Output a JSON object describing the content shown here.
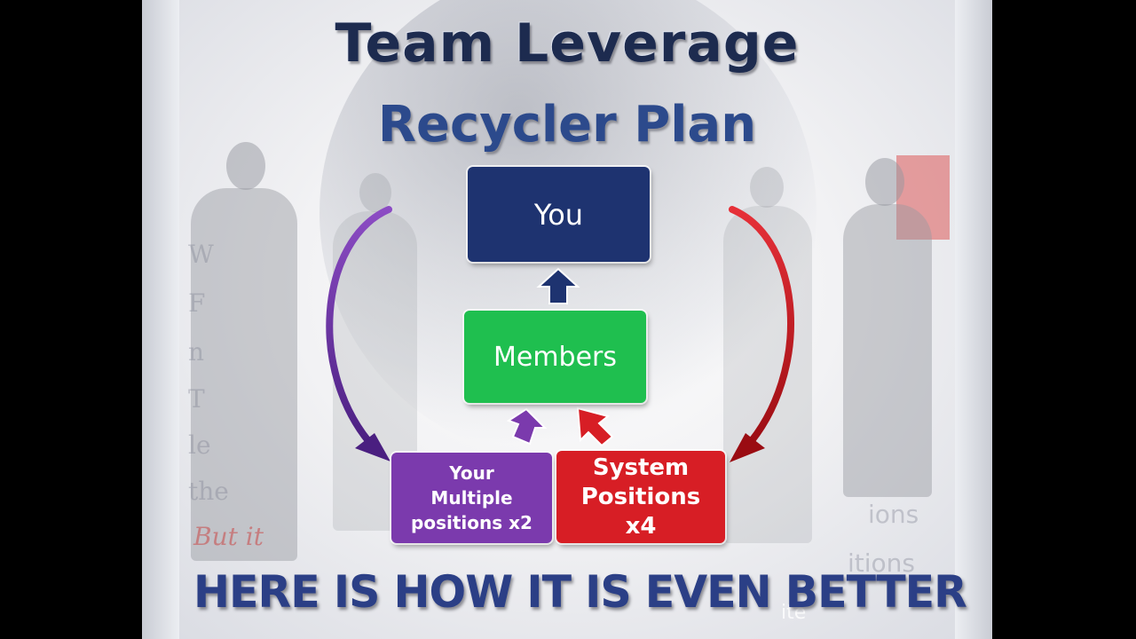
{
  "slide": {
    "title": "Team Leverage",
    "subtitle": "Recycler Plan",
    "bottom_banner": "HERE IS HOW IT IS EVEN BETTER"
  },
  "diagram": {
    "you": "You",
    "members": "Members",
    "your_positions": [
      "Your",
      "Multiple",
      "positions x2"
    ],
    "system_positions": [
      "System",
      "Positions",
      "x4"
    ]
  },
  "background_text": {
    "left": [
      "W",
      "F",
      "n",
      "T",
      "le",
      "the",
      "But it"
    ],
    "right": [
      "ions",
      "itions",
      "ite"
    ]
  },
  "colors": {
    "you": "#1e3370",
    "members": "#1fbf4f",
    "your_positions": "#7b3aad",
    "system_positions": "#d71e25",
    "up_arrow": "#1e3370",
    "left_curve": "#6a2fa8",
    "right_curve": "#c4141c"
  }
}
